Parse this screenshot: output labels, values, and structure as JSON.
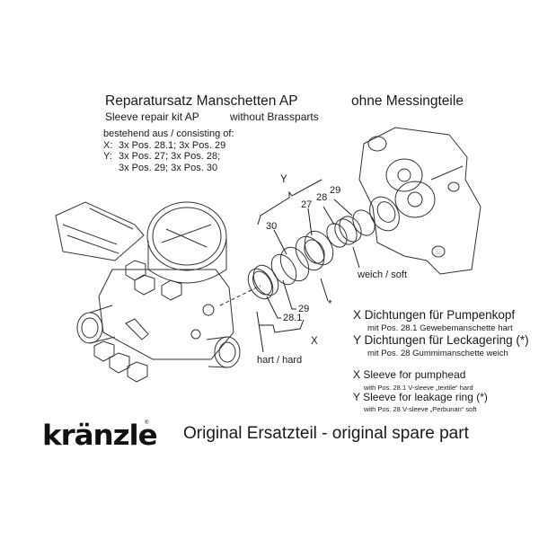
{
  "header": {
    "title_de": "Reparatursatz Manschetten AP",
    "title_de_suffix": "ohne Messingteile",
    "title_en": "Sleeve repair kit AP",
    "title_en_suffix": "without Brassparts"
  },
  "contents": {
    "intro": "bestehend aus / consisting of:",
    "rows": [
      {
        "key": "X:",
        "value": "3x Pos. 28.1; 3x Pos. 29"
      },
      {
        "key": "Y:",
        "value": "3x Pos. 27; 3x Pos. 28;"
      },
      {
        "key": "",
        "value": "3x Pos. 29; 3x Pos. 30"
      }
    ]
  },
  "diagram": {
    "group_y_label": "Y",
    "group_x_label": "X",
    "asterisk": "*",
    "part_labels": {
      "p27": "27",
      "p28": "28",
      "p29_top": "29",
      "p30": "30",
      "p29_bottom": "29",
      "p28_1": "28.1"
    },
    "soft_label": "weich / soft",
    "hard_label": "hart / hard"
  },
  "legend": {
    "x_de_title": "X Dichtungen für Pumpenkopf",
    "x_de_detail": "mit Pos. 28.1 Gewebemanschette hart",
    "y_de_title": "Y Dichtungen für Leckagering (*)",
    "y_de_detail": "mit Pos. 28 Gummimanschette weich",
    "x_en_title": "X Sleeve for pumphead",
    "x_en_detail": "with Pos. 28.1 V-sleeve „textile“ hard",
    "y_en_title": "Y Sleeve for leakage ring (*)",
    "y_en_detail": "with Pos. 28 V-sleeve „Perbunan“ soft"
  },
  "footer": {
    "brand": "kränzle",
    "registered": "®",
    "tagline": "Original Ersatzteil - original spare part"
  }
}
